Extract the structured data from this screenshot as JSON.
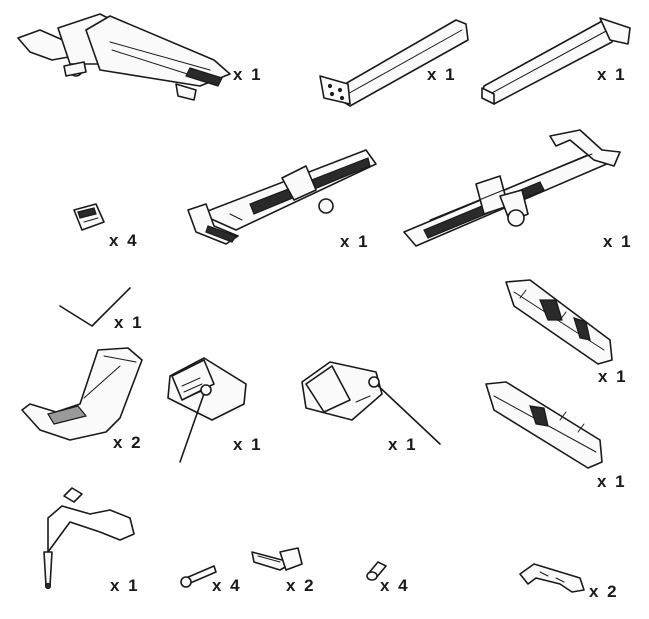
{
  "parts": [
    {
      "id": "main-tray-assembly",
      "qty": "x 1"
    },
    {
      "id": "long-rail-a",
      "qty": "x 1"
    },
    {
      "id": "long-rail-b",
      "qty": "x 1"
    },
    {
      "id": "strap-buckle",
      "qty": "x 4"
    },
    {
      "id": "wheel-tray-left",
      "qty": "x 1"
    },
    {
      "id": "wheel-tray-right",
      "qty": "x 1"
    },
    {
      "id": "hex-key",
      "qty": "x 1"
    },
    {
      "id": "bracket-top",
      "qty": "x 1"
    },
    {
      "id": "wheel-cradle",
      "qty": "x 2"
    },
    {
      "id": "frame-clamp-a",
      "qty": "x 1"
    },
    {
      "id": "frame-clamp-b",
      "qty": "x 1"
    },
    {
      "id": "bracket-bottom",
      "qty": "x 1"
    },
    {
      "id": "cable-lock",
      "qty": "x 1"
    },
    {
      "id": "pin",
      "qty": "x 4"
    },
    {
      "id": "key",
      "qty": "x 2"
    },
    {
      "id": "bolt",
      "qty": "x 4"
    },
    {
      "id": "strap-hook",
      "qty": "x 2"
    }
  ]
}
